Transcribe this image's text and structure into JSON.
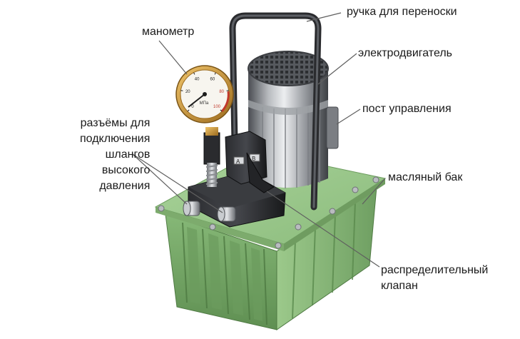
{
  "labels": {
    "handle": "ручка для переноски",
    "gauge": "манометр",
    "motor": "электродвигатель",
    "control_post": "пост управления",
    "connectors": [
      "разъёмы для",
      "подключения",
      "шлангов",
      "высокого",
      "давления"
    ],
    "oil_tank": "масляный бак",
    "valve": [
      "распределительный",
      "клапан"
    ]
  },
  "gauge_face": {
    "ticks": [
      "0",
      "20",
      "40",
      "60",
      "80",
      "100"
    ],
    "unit": "МПа"
  },
  "valve_block_marks": [
    "A",
    "B"
  ],
  "colors": {
    "tank_green": "#7fb26e",
    "lid_green": "#9fca8e",
    "valve_black": "#1e1e20",
    "motor_gray": "#8a8d91",
    "gauge_brass": "#c9902f",
    "leader_line": "#5f5f5f"
  }
}
